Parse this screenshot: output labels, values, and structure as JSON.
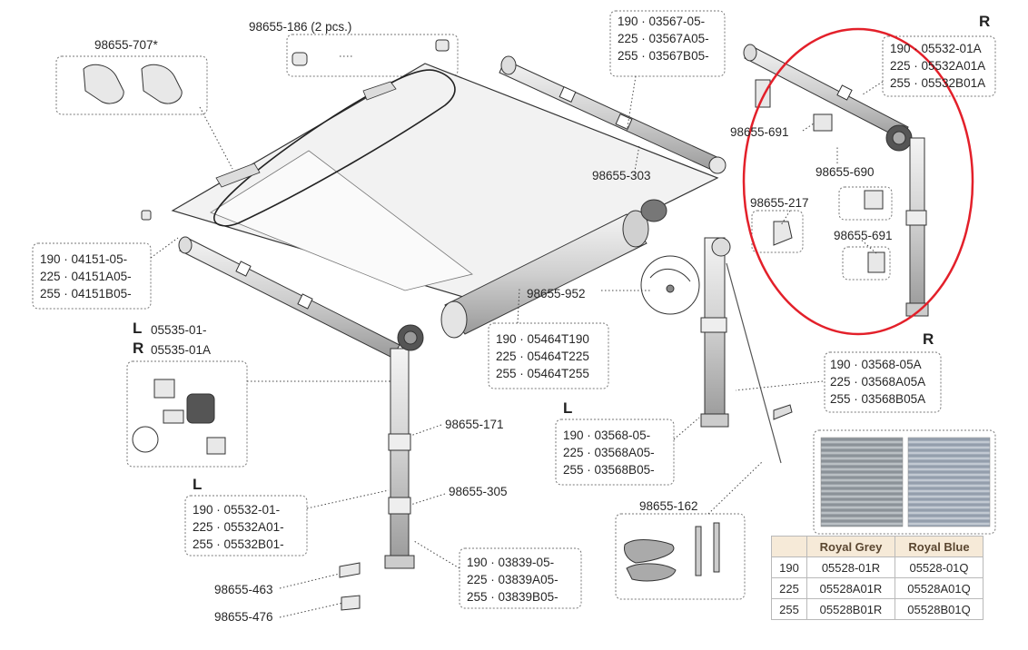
{
  "side_labels": {
    "top_right": "R",
    "mid_left_l": "L",
    "mid_left_r": "R",
    "left_lower": "L",
    "right_mid": "R",
    "right_lower": "L"
  },
  "parts": {
    "p707": "98655-707*",
    "p186": "98655-186 (2 pcs.)",
    "p3567": [
      "190 · 03567-05-",
      "225 · 03567A05-",
      "255 · 03567B05-"
    ],
    "p5532R": [
      "190 · 05532-01A",
      "225 · 05532A01A",
      "255 · 05532B01A"
    ],
    "p691a": "98655-691",
    "p690": "98655-690",
    "p217": "98655-217",
    "p691b": "98655-691",
    "p303": "98655-303",
    "p4151": [
      "190 · 04151-05-",
      "225 · 04151A05-",
      "255 · 04151B05-"
    ],
    "p952": "98655-952",
    "p5464": [
      "190 · 05464T190",
      "225 · 05464T225",
      "255 · 05464T255"
    ],
    "p5535_l": "05535-01-",
    "p5535_r": "05535-01A",
    "p3568R": [
      "190 · 03568-05A",
      "225 · 03568A05A",
      "255 · 03568B05A"
    ],
    "p171": "98655-171",
    "p3568L": [
      "190 · 03568-05-",
      "225 · 03568A05-",
      "255 · 03568B05-"
    ],
    "p305": "98655-305",
    "p5532L": [
      "190 · 05532-01-",
      "225 · 05532A01-",
      "255 · 05532B01-"
    ],
    "p162": "98655-162",
    "p3839": [
      "190 · 03839-05-",
      "225 · 03839A05-",
      "255 · 03839B05-"
    ],
    "p463": "98655-463",
    "p476": "98655-476"
  },
  "fabric_table": {
    "headers": [
      "",
      "Royal Grey",
      "Royal Blue"
    ],
    "rows": [
      [
        "190",
        "05528-01R",
        "05528-01Q"
      ],
      [
        "225",
        "05528A01R",
        "05528A01Q"
      ],
      [
        "255",
        "05528B01R",
        "05528B01Q"
      ]
    ]
  },
  "colors": {
    "highlight": "#e3202a",
    "table_header": "#f6ead8",
    "line": "#444444",
    "fabric_grey": "#8f959b",
    "fabric_blue": "#9aa4b2"
  }
}
